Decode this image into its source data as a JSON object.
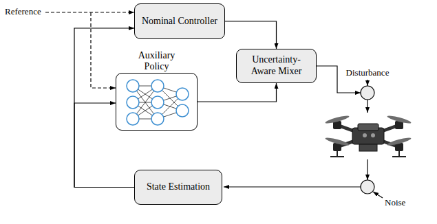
{
  "diagram": {
    "nodes": [
      {
        "text": [
          "Nominal Controller"
        ]
      },
      {
        "text": [
          "Auxiliary Policy"
        ]
      },
      {
        "text": [
          "Uncertainty-Aware Mixer"
        ]
      },
      {
        "text": [
          "State Estimation"
        ]
      }
    ],
    "edges": [
      {
        "from": 3,
        "to": 0,
        "arrow": "to"
      },
      {
        "from": 3,
        "to": 1,
        "arrow": "to"
      },
      {
        "from": 0,
        "to": 2,
        "arrow": "to"
      },
      {
        "from": 1,
        "to": 2,
        "arrow": "to"
      }
    ],
    "labels": [
      "Reference",
      "Disturbance",
      "Noise"
    ]
  }
}
